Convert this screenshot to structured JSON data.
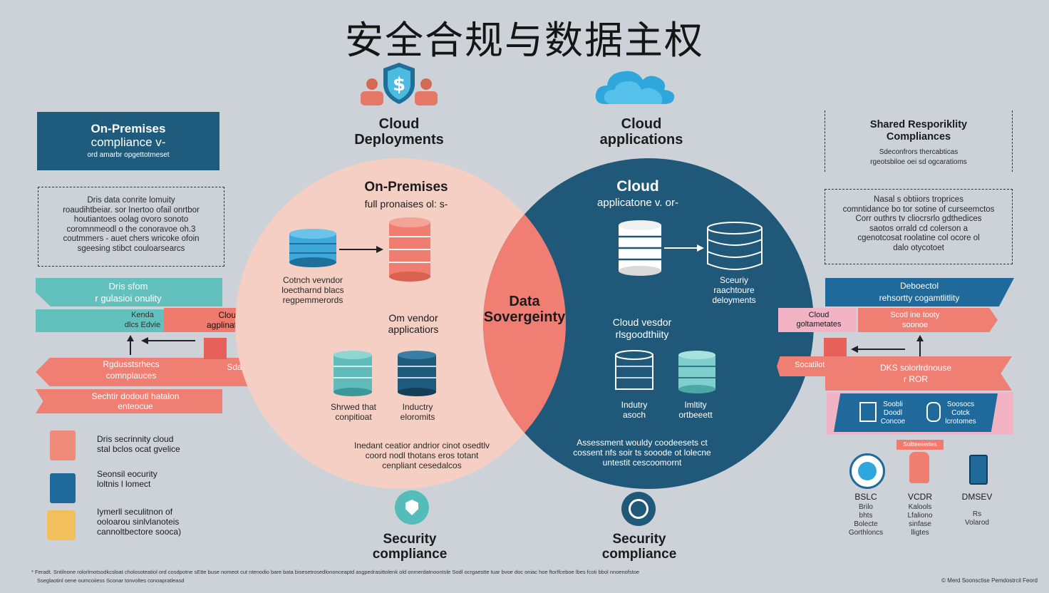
{
  "title": "安全合规与数据主权",
  "top": {
    "left_header": "Cloud\nDeployments",
    "right_header": "Cloud\napplications"
  },
  "left_panel": {
    "title_box_line1": "On-Premises",
    "title_box_line2": "compliance v-",
    "title_box_sub": "ord amarbr opgettotmeset",
    "dashed_text": "Dris data conrite lomuity\nroaudihtbeiar. sor Inertoo ofail onrtbor\nhoutiantoes oolag ovoro sonoto\ncoromnmeodl o the conoravoe oh.3\ncoutmmers - auet chers wricoke ofoin\nsgeesing stibct couloarsearcs",
    "ribbon1": "Dris sfom\nr gulasioi onulity",
    "ribbon1b": "Kenda\ndlcs Edvie",
    "ribbon_cloud": "Cloud\nagplinations",
    "ribbon2": "Rgdusstsrhecs\ncomnplauces",
    "ribbon2b": "Sdaloes",
    "ribbon3": "Sechtir dodoutl hatalon\nenteocue",
    "list": [
      {
        "icon": "checklist-icon",
        "text": "Dris secrinnity cloud\nstal bclos ocat gvelice"
      },
      {
        "icon": "document-icon",
        "text": "Seonsil eocurity\nloltnis l lomect"
      },
      {
        "icon": "team-icon",
        "text": "Iymerll seculitnon of\nooloarou sinlvlanoteis\ncannoltbectore sooca)"
      }
    ]
  },
  "venn": {
    "left_title": "On-Premises",
    "left_sub": "full pronaises ol: s-",
    "left_db_caption": "Cotnch vevndor\nloectharnd blacs\nregpemmerords",
    "left_vendor": "Om vendor\napplicatiors",
    "db_shared": "Shrwed that\nconpitioat",
    "db_industry": "Inductry\neloromits",
    "left_bottom": "Inedant ceatior andrior cinot osedtlv\ncoord nodl thotans eros totant\ncenpliant cesedalcos",
    "center": "Data\nSovergeinty",
    "right_title": "Cloud",
    "right_sub": "applicatone v. or-",
    "right_db_caption": "Sceuriy\nraachtoure\ndeloyments",
    "right_vendor": "Cloud vesdor\nrlsgoodthiity",
    "db_industry2": "Indutry\nasoch",
    "db_industry3": "Imltity\nortbeeett",
    "right_bottom": "Assessment wouldy coodeesets ct\ncossent nfs soir ts sooode ot lolecne\nuntestit cescoomornt"
  },
  "bottom": {
    "left_label": "Security\ncompliance",
    "right_label": "Security\ncompliance"
  },
  "right_panel": {
    "title": "Shared Resporiklity\nCompliances",
    "sub": "Sdeconfrors thercabticas\nrgeotsbiloe oei sd ogcaratioms",
    "dashed_text": "Nasal s obtiiors troprices\ncomntidance bo tor sotine of curseemctos\nCorr outhrs tv cliocrsrlo gdthedices\nsaotos orrald cd colerson a\ncgenotcosat roolatine col ocore ol\ndalo otycotoet",
    "ribbon1": "Deboectol\nrehsortty cogamtlitlity",
    "ribbon_cloud": "Cloud\ngoltametates",
    "ribbon1b": "Scotl ine tooty\nsoonoe",
    "ribbon2": "Socatiloticoy",
    "ribbon2b": "DKS solorlrdnouse\nr ROR",
    "ribbon3a": "Soobli\nDoodl\nConcoe",
    "ribbon3b": "Soosocs\nCotck\nlcrotomes",
    "banner": "Soltteeeertes",
    "badges": [
      {
        "icon": "globe-icon",
        "label": "BSLC",
        "sub": "Brilo\nbhts\nBolecte\nGorthloncs"
      },
      {
        "icon": "hand-icon",
        "label": "VCDR",
        "sub": "Kalools\nLfaliono\nsinfase\nlligtes"
      },
      {
        "icon": "device-icon",
        "label": "DMSEV",
        "sub": "Rs\nVolarod"
      }
    ]
  },
  "footer": {
    "line1": "* Feradt. Sntilnone rolorlmotsodkcsloat cholosoteatiol ord cosdpotne sEtte buse nomeot cut ntenodio bare bata bisesetrosedlononceaptd asgpedrasittolenk old onmerdatnoontsle Sodl ocrgaestte tuar bvoe doc oniac hoe ftorlfceboe lbes fcoti bbol nnoenofstoe",
    "line2": "Sseglaotinl oene oumcoiiess  Sconar tonvoltes conoapratleasd",
    "right": "© Merd Soonsctise  Pemdostrcil Feord"
  }
}
